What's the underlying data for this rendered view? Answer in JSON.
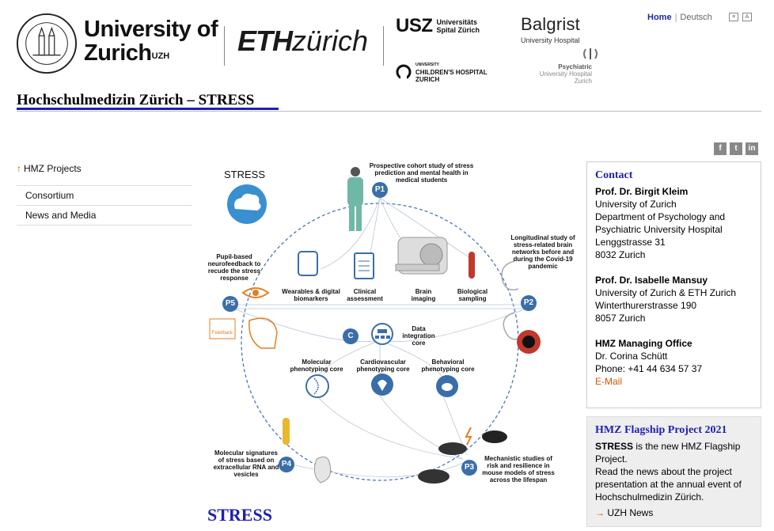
{
  "header": {
    "uzh_line1": "University of",
    "uzh_line2": "Zurich",
    "uzh_sup": "UZH",
    "eth_bold": "ETH",
    "eth_light": "zürich",
    "usz_big": "USZ",
    "usz_small1": "Universitäts",
    "usz_small2": "Spital Zürich",
    "kispi_l0": "UNIVERSITY",
    "kispi_l1": "CHILDREN'S HOSPITAL",
    "kispi_l2": "ZURICH",
    "balgrist_title": "Balgrist",
    "balgrist_sub": "University Hospital",
    "pukz_line1": "Psychiatric",
    "pukz_line2": "University Hospital Zurich",
    "lang_home": "Home",
    "lang_deutsch": "Deutsch",
    "site_title": "Hochschulmedizin Zürich – STRESS"
  },
  "leftnav": {
    "up_label": "HMZ Projects",
    "items": [
      "Consortium",
      "News and Media"
    ]
  },
  "infographic": {
    "stress_label": "STRESS",
    "p1_text": "Prospective cohort study of stress prediction and mental health in medical students",
    "p2_text": "Longitudinal study of stress-related brain networks before and during the Covid-19 pandemic",
    "p3_text": "Mechanistic studies of risk and resilience in mouse models of stress across the lifespan",
    "p4_text": "Molecular signatures of stress based on extracellular RNA and vesicles",
    "p5_text": "Pupil-based neurofeedback to recude the stress response",
    "wearables": "Wearables & digital biomarkers",
    "clinical": "Clinical assessment",
    "brain": "Brain imaging",
    "bio": "Biological sampling",
    "data_core": "Data integration core",
    "mol_core": "Molecular phenotyping core",
    "cardio_core": "Cardiovascular phenotyping core",
    "behav_core": "Behavioral phenotyping core",
    "feedback": "Feedback",
    "nodes": [
      "P1",
      "P2",
      "P3",
      "P4",
      "P5",
      "C"
    ]
  },
  "main": {
    "heading": "STRESS"
  },
  "contact": {
    "title": "Contact",
    "p1_name": "Prof. Dr. Birgit Kleim",
    "p1_l1": "University of Zurich",
    "p1_l2": "Department of Psychology and Psychiatric University Hospital",
    "p1_l3": "Lenggstrasse 31",
    "p1_l4": "8032 Zurich",
    "p2_name": "Prof. Dr. Isabelle Mansuy",
    "p2_l1": "University of Zurich & ETH Zurich",
    "p2_l2": "Winterthurerstrasse 190",
    "p2_l3": "8057 Zurich",
    "office_name": "HMZ Managing Office",
    "office_l1": "Dr. Corina Schütt",
    "office_l2": "Phone: +41 44 634 57 37",
    "email": "E-Mail"
  },
  "flagship": {
    "title": "HMZ Flagship Project 2021",
    "bold": "STRESS",
    "text1": " is the new HMZ Flagship Project.",
    "text2": "Read the news about the project presentation at the annual event of Hochschulmedizin Zürich.",
    "link": "UZH News"
  },
  "colors": {
    "accent_blue": "#1f1fb0",
    "node_blue": "#3a6ea8",
    "link_orange": "#d35400"
  }
}
